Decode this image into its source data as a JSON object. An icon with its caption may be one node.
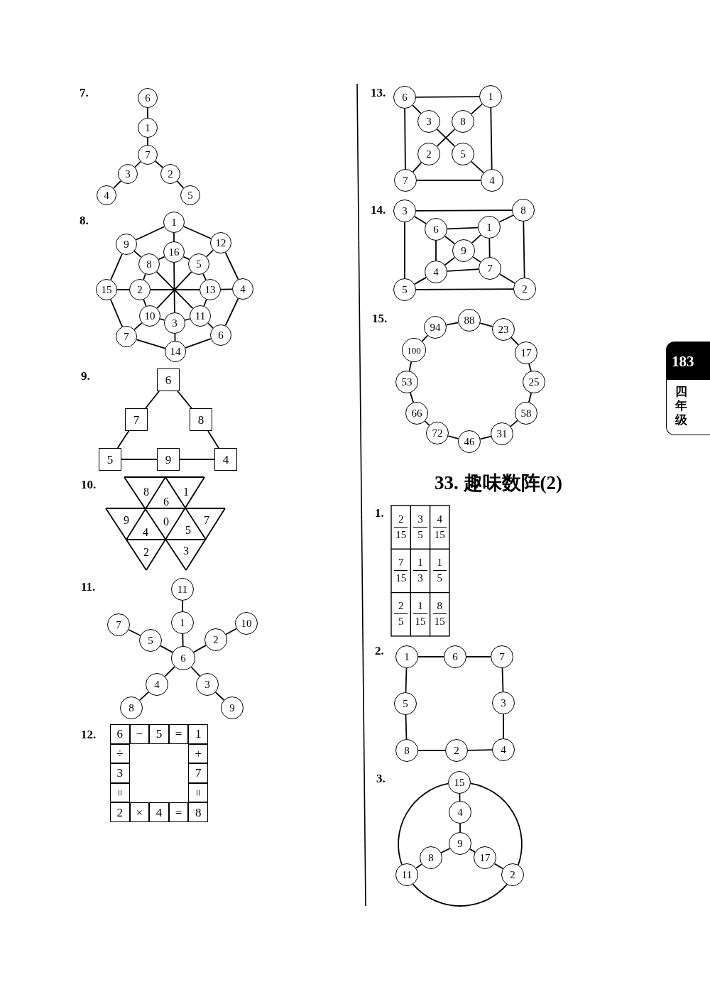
{
  "diagram": {
    "title": "33. 趣味数阵(2)",
    "nodes": [
      {
        "text": [
          "6"
        ]
      },
      {
        "text": [
          "1"
        ]
      },
      {
        "text": [
          "7"
        ]
      },
      {
        "text": [
          "3"
        ]
      },
      {
        "text": [
          "2"
        ]
      },
      {
        "text": [
          "4"
        ]
      },
      {
        "text": [
          "5"
        ]
      },
      {
        "text": [
          "1"
        ]
      },
      {
        "text": [
          "9"
        ]
      },
      {
        "text": [
          "12"
        ]
      },
      {
        "text": [
          "16"
        ]
      },
      {
        "text": [
          "8"
        ]
      },
      {
        "text": [
          "5"
        ]
      },
      {
        "text": [
          "15"
        ]
      },
      {
        "text": [
          "2"
        ]
      },
      {
        "text": [
          "13"
        ]
      },
      {
        "text": [
          "4"
        ]
      },
      {
        "text": [
          "10"
        ]
      },
      {
        "text": [
          "11"
        ]
      },
      {
        "text": [
          "3"
        ]
      },
      {
        "text": [
          "7"
        ]
      },
      {
        "text": [
          "6"
        ]
      },
      {
        "text": [
          "14"
        ]
      },
      {
        "text": [
          "6"
        ]
      },
      {
        "text": [
          "7"
        ]
      },
      {
        "text": [
          "8"
        ]
      },
      {
        "text": [
          "5"
        ]
      },
      {
        "text": [
          "9"
        ]
      },
      {
        "text": [
          "4"
        ]
      },
      {
        "text": [
          "11"
        ]
      },
      {
        "text": [
          "7"
        ]
      },
      {
        "text": [
          "1"
        ]
      },
      {
        "text": [
          "10"
        ]
      },
      {
        "text": [
          "5"
        ]
      },
      {
        "text": [
          "2"
        ]
      },
      {
        "text": [
          "6"
        ]
      },
      {
        "text": [
          "4"
        ]
      },
      {
        "text": [
          "3"
        ]
      },
      {
        "text": [
          "8"
        ]
      },
      {
        "text": [
          "9"
        ]
      },
      {
        "text": [
          "6"
        ]
      },
      {
        "text": [
          "1"
        ]
      },
      {
        "text": [
          "3"
        ]
      },
      {
        "text": [
          "8"
        ]
      },
      {
        "text": [
          "2"
        ]
      },
      {
        "text": [
          "5"
        ]
      },
      {
        "text": [
          "7"
        ]
      },
      {
        "text": [
          "4"
        ]
      },
      {
        "text": [
          "3"
        ]
      },
      {
        "text": [
          "8"
        ]
      },
      {
        "text": [
          "6"
        ]
      },
      {
        "text": [
          "1"
        ]
      },
      {
        "text": [
          "9"
        ]
      },
      {
        "text": [
          "4"
        ]
      },
      {
        "text": [
          "7"
        ]
      },
      {
        "text": [
          "5"
        ]
      },
      {
        "text": [
          "2"
        ]
      },
      {
        "text": [
          "88"
        ]
      },
      {
        "text": [
          "94"
        ]
      },
      {
        "text": [
          "23"
        ]
      },
      {
        "text": [
          "100"
        ]
      },
      {
        "text": [
          "17"
        ]
      },
      {
        "text": [
          "53"
        ]
      },
      {
        "text": [
          "25"
        ]
      },
      {
        "text": [
          "66"
        ]
      },
      {
        "text": [
          "58"
        ]
      },
      {
        "text": [
          "72"
        ]
      },
      {
        "text": [
          "31"
        ]
      },
      {
        "text": [
          "46"
        ]
      },
      {
        "text": [
          "1"
        ]
      },
      {
        "text": [
          "6"
        ]
      },
      {
        "text": [
          "7"
        ]
      },
      {
        "text": [
          "5"
        ]
      },
      {
        "text": [
          "3"
        ]
      },
      {
        "text": [
          "8"
        ]
      },
      {
        "text": [
          "2"
        ]
      },
      {
        "text": [
          "4"
        ]
      },
      {
        "text": [
          "15"
        ]
      },
      {
        "text": [
          "4"
        ]
      },
      {
        "text": [
          "9"
        ]
      },
      {
        "text": [
          "8"
        ]
      },
      {
        "text": [
          "17"
        ]
      },
      {
        "text": [
          "11"
        ]
      },
      {
        "text": [
          "2"
        ]
      }
    ],
    "edges": [
      {
        "from": 0,
        "to": 1,
        "arrow": "none"
      },
      {
        "from": 1,
        "to": 2,
        "arrow": "none"
      },
      {
        "from": 2,
        "to": 3,
        "arrow": "none"
      },
      {
        "from": 2,
        "to": 4,
        "arrow": "none"
      },
      {
        "from": 3,
        "to": 5,
        "arrow": "none"
      },
      {
        "from": 4,
        "to": 6,
        "arrow": "none"
      },
      {
        "from": 7,
        "to": 9,
        "arrow": "none"
      },
      {
        "from": 9,
        "to": 16,
        "arrow": "none"
      },
      {
        "from": 16,
        "to": 21,
        "arrow": "none"
      },
      {
        "from": 21,
        "to": 22,
        "arrow": "none"
      },
      {
        "from": 22,
        "to": 20,
        "arrow": "none"
      },
      {
        "from": 20,
        "to": 13,
        "arrow": "none"
      },
      {
        "from": 13,
        "to": 8,
        "arrow": "none"
      },
      {
        "from": 8,
        "to": 7,
        "arrow": "none"
      },
      {
        "from": 7,
        "to": 10,
        "arrow": "none"
      },
      {
        "from": 9,
        "to": 12,
        "arrow": "none"
      },
      {
        "from": 16,
        "to": 15,
        "arrow": "none"
      },
      {
        "from": 21,
        "to": 18,
        "arrow": "none"
      },
      {
        "from": 22,
        "to": 19,
        "arrow": "none"
      },
      {
        "from": 20,
        "to": 17,
        "arrow": "none"
      },
      {
        "from": 13,
        "to": 14,
        "arrow": "none"
      },
      {
        "from": 8,
        "to": 11,
        "arrow": "none"
      },
      {
        "from": 10,
        "to": 12,
        "arrow": "none"
      },
      {
        "from": 12,
        "to": 15,
        "arrow": "none"
      },
      {
        "from": 15,
        "to": 18,
        "arrow": "none"
      },
      {
        "from": 18,
        "to": 19,
        "arrow": "none"
      },
      {
        "from": 19,
        "to": 17,
        "arrow": "none"
      },
      {
        "from": 17,
        "to": 14,
        "arrow": "none"
      },
      {
        "from": 14,
        "to": 11,
        "arrow": "none"
      },
      {
        "from": 11,
        "to": 10,
        "arrow": "none"
      },
      {
        "from": 10,
        "to": 19,
        "arrow": "none"
      },
      {
        "from": 11,
        "to": 18,
        "arrow": "none"
      },
      {
        "from": 14,
        "to": 15,
        "arrow": "none"
      },
      {
        "from": 12,
        "to": 17,
        "arrow": "none"
      },
      {
        "from": 23,
        "to": 24,
        "arrow": "none"
      },
      {
        "from": 23,
        "to": 25,
        "arrow": "none"
      },
      {
        "from": 24,
        "to": 26,
        "arrow": "none"
      },
      {
        "from": 25,
        "to": 28,
        "arrow": "none"
      },
      {
        "from": 26,
        "to": 27,
        "arrow": "none"
      },
      {
        "from": 27,
        "to": 28,
        "arrow": "none"
      },
      {
        "from": 29,
        "to": 31,
        "arrow": "none"
      },
      {
        "from": 31,
        "to": 35,
        "arrow": "none"
      },
      {
        "from": 35,
        "to": 33,
        "arrow": "none"
      },
      {
        "from": 33,
        "to": 30,
        "arrow": "none"
      },
      {
        "from": 35,
        "to": 34,
        "arrow": "none"
      },
      {
        "from": 34,
        "to": 32,
        "arrow": "none"
      },
      {
        "from": 35,
        "to": 36,
        "arrow": "none"
      },
      {
        "from": 36,
        "to": 38,
        "arrow": "none"
      },
      {
        "from": 35,
        "to": 37,
        "arrow": "none"
      },
      {
        "from": 37,
        "to": 39,
        "arrow": "none"
      },
      {
        "from": 40,
        "to": 41,
        "arrow": "none"
      },
      {
        "from": 40,
        "to": 46,
        "arrow": "none"
      },
      {
        "from": 41,
        "to": 47,
        "arrow": "none"
      },
      {
        "from": 46,
        "to": 47,
        "arrow": "none"
      },
      {
        "from": 40,
        "to": 42,
        "arrow": "none"
      },
      {
        "from": 41,
        "to": 43,
        "arrow": "none"
      },
      {
        "from": 46,
        "to": 44,
        "arrow": "none"
      },
      {
        "from": 47,
        "to": 45,
        "arrow": "none"
      },
      {
        "from": 42,
        "to": 45,
        "arrow": "none"
      },
      {
        "from": 43,
        "to": 44,
        "arrow": "none"
      },
      {
        "from": 48,
        "to": 49,
        "arrow": "none"
      },
      {
        "from": 48,
        "to": 55,
        "arrow": "none"
      },
      {
        "from": 49,
        "to": 56,
        "arrow": "none"
      },
      {
        "from": 55,
        "to": 56,
        "arrow": "none"
      },
      {
        "from": 48,
        "to": 50,
        "arrow": "none"
      },
      {
        "from": 49,
        "to": 51,
        "arrow": "none"
      },
      {
        "from": 55,
        "to": 53,
        "arrow": "none"
      },
      {
        "from": 56,
        "to": 54,
        "arrow": "none"
      },
      {
        "from": 50,
        "to": 51,
        "arrow": "none"
      },
      {
        "from": 50,
        "to": 53,
        "arrow": "none"
      },
      {
        "from": 51,
        "to": 54,
        "arrow": "none"
      },
      {
        "from": 53,
        "to": 54,
        "arrow": "none"
      },
      {
        "from": 50,
        "to": 52,
        "arrow": "none"
      },
      {
        "from": 51,
        "to": 52,
        "arrow": "none"
      },
      {
        "from": 53,
        "to": 52,
        "arrow": "none"
      },
      {
        "from": 54,
        "to": 52,
        "arrow": "none"
      },
      {
        "from": 57,
        "to": 59,
        "arrow": "none"
      },
      {
        "from": 59,
        "to": 61,
        "arrow": "none"
      },
      {
        "from": 61,
        "to": 63,
        "arrow": "none"
      },
      {
        "from": 63,
        "to": 65,
        "arrow": "none"
      },
      {
        "from": 65,
        "to": 67,
        "arrow": "none"
      },
      {
        "from": 67,
        "to": 68,
        "arrow": "none"
      },
      {
        "from": 68,
        "to": 66,
        "arrow": "none"
      },
      {
        "from": 66,
        "to": 64,
        "arrow": "none"
      },
      {
        "from": 64,
        "to": 62,
        "arrow": "none"
      },
      {
        "from": 62,
        "to": 60,
        "arrow": "none"
      },
      {
        "from": 60,
        "to": 58,
        "arrow": "none"
      },
      {
        "from": 58,
        "to": 57,
        "arrow": "none"
      },
      {
        "from": 69,
        "to": 70,
        "arrow": "none"
      },
      {
        "from": 70,
        "to": 71,
        "arrow": "none"
      },
      {
        "from": 71,
        "to": 73,
        "arrow": "none"
      },
      {
        "from": 73,
        "to": 76,
        "arrow": "none"
      },
      {
        "from": 76,
        "to": 75,
        "arrow": "none"
      },
      {
        "from": 75,
        "to": 74,
        "arrow": "none"
      },
      {
        "from": 74,
        "to": 72,
        "arrow": "none"
      },
      {
        "from": 72,
        "to": 69,
        "arrow": "none"
      },
      {
        "from": 77,
        "to": 78,
        "arrow": "none"
      },
      {
        "from": 78,
        "to": 79,
        "arrow": "none"
      },
      {
        "from": 79,
        "to": 80,
        "arrow": "none"
      },
      {
        "from": 80,
        "to": 82,
        "arrow": "none"
      },
      {
        "from": 79,
        "to": 81,
        "arrow": "none"
      },
      {
        "from": 81,
        "to": 83,
        "arrow": "none"
      },
      {
        "from": 77,
        "to": 82,
        "arrow": "none"
      },
      {
        "from": 82,
        "to": 83,
        "arrow": "none"
      },
      {
        "from": 77,
        "to": 83,
        "arrow": "none"
      }
    ],
    "labels": [
      "7.",
      "8.",
      "9.",
      "10.",
      "8",
      "6",
      "1",
      "9",
      "4",
      "0",
      "5",
      "7",
      "2",
      "3",
      "11.",
      "12.",
      "6",
      "−",
      "5",
      "=",
      "1",
      "÷",
      "+",
      "3",
      "7",
      "=",
      "=",
      "2",
      "×",
      "4",
      "=",
      "8",
      "13.",
      "14.",
      "15.",
      "1.",
      "2",
      "15",
      "3",
      "5",
      "4",
      "15",
      "7",
      "15",
      "1",
      "3",
      "1",
      "5",
      "2",
      "5",
      "1",
      "15",
      "8",
      "15",
      "2.",
      "3.",
      "183",
      "四年级"
    ]
  }
}
